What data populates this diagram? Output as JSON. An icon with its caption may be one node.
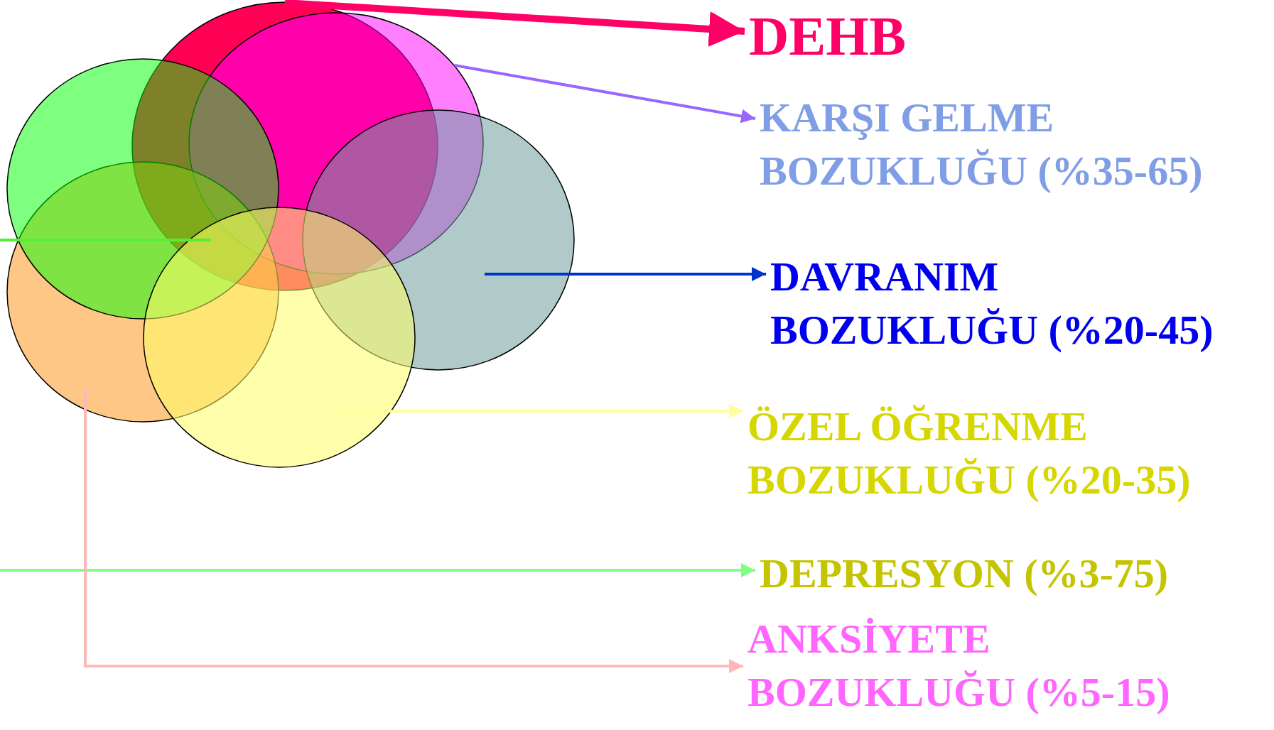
{
  "diagram": {
    "nodes": [
      {
        "text": [],
        "shape": "ellipse"
      },
      {
        "text": [],
        "shape": "ellipse"
      },
      {
        "text": [],
        "shape": "ellipse"
      },
      {
        "text": [],
        "shape": "ellipse"
      },
      {
        "text": [],
        "shape": "ellipse"
      },
      {
        "text": [],
        "shape": "ellipse"
      },
      {
        "text": [
          "DEHB"
        ]
      },
      {
        "text": [
          "KARŞI GELME BOZUKLUĞU (%35-65)"
        ]
      },
      {
        "text": [
          "DAVRANIM BOZUKLUĞU (%20-45)"
        ]
      },
      {
        "text": [
          "ÖZEL ÖĞRENME BOZUKLUĞU (%20-35)"
        ]
      },
      {
        "text": [
          "DEPRESYON (%3-75)"
        ]
      },
      {
        "text": [
          "ANKSİYETE BOZUKLUĞU (%5-15)"
        ]
      }
    ],
    "edges": [
      {
        "from": 0,
        "to": 6,
        "arrow": "to",
        "style": "thick",
        "color": "#ff0066"
      },
      {
        "from": 1,
        "to": 7,
        "arrow": "to",
        "color": "#9966ff"
      },
      {
        "from": 4,
        "to": 8,
        "arrow": "to",
        "color": "#0033cc"
      },
      {
        "from": 5,
        "to": 9,
        "arrow": "to",
        "color": "#ffff99"
      },
      {
        "from": null,
        "to": 10,
        "arrow": "to",
        "color": "#80ff80"
      },
      {
        "from": null,
        "to": 2,
        "arrow": "none",
        "color": "#55ee33"
      },
      {
        "from": 3,
        "to": 11,
        "arrow": "to",
        "color": "#ffb8b8"
      }
    ]
  }
}
